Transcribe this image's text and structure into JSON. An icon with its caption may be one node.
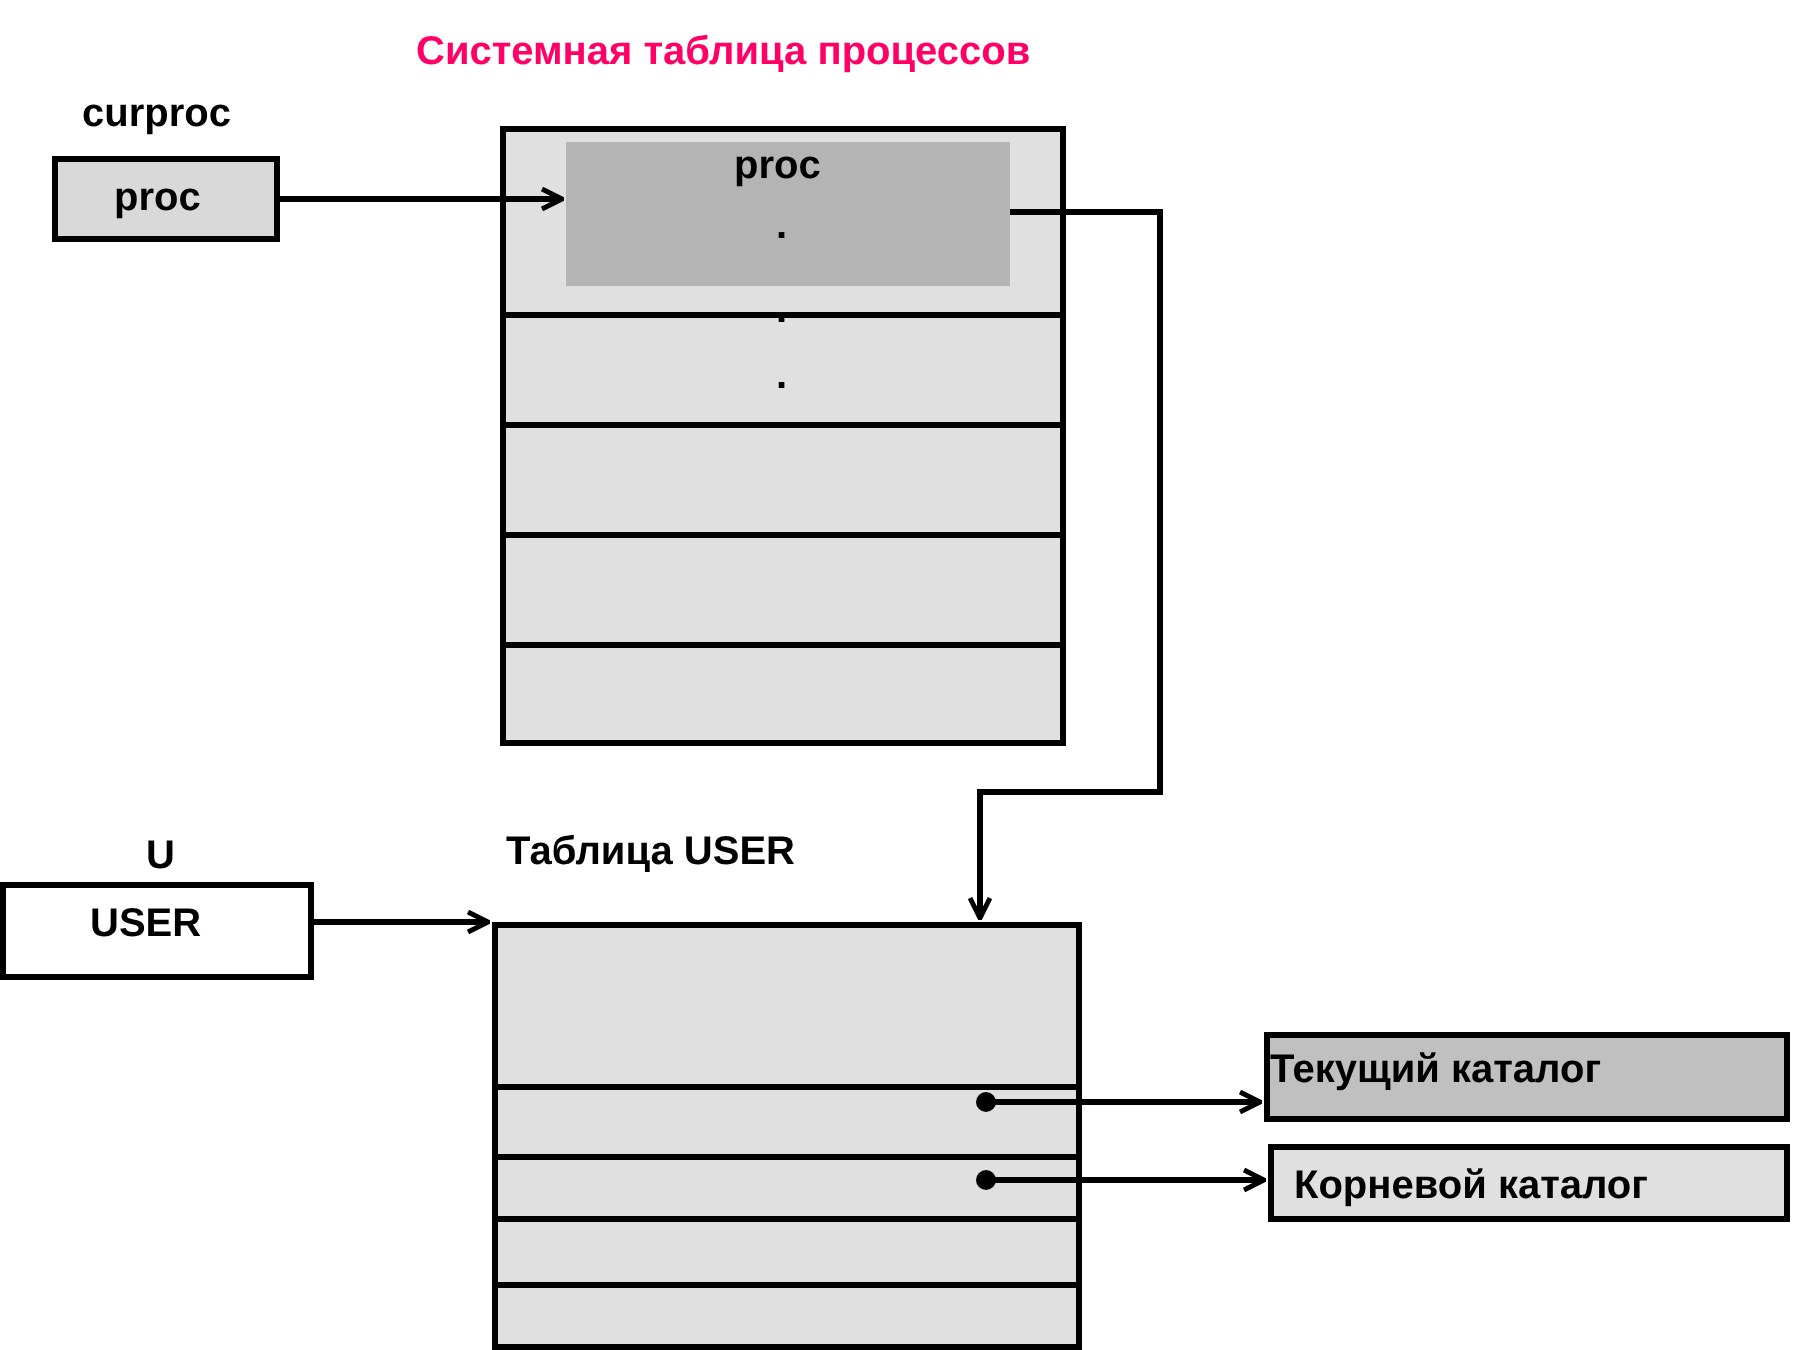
{
  "diagram": {
    "nodes": [
      {
        "text": [
          "curproc",
          "proc"
        ]
      },
      {
        "text": [
          "Системная таблица процессов"
        ]
      },
      {
        "text": [
          "proc",
          "."
        ],
        "in": 1
      },
      {
        "text": [
          "U",
          "USER"
        ]
      },
      {
        "text": [
          "Таблица USER"
        ]
      },
      {
        "text": [
          "Текущий каталог"
        ]
      },
      {
        "text": [
          "Корневой каталог"
        ]
      }
    ],
    "edges": [
      {
        "from": 0,
        "to": 2,
        "arrow": "to"
      },
      {
        "from": 2,
        "to": 4,
        "arrow": "to"
      },
      {
        "from": 3,
        "to": 4,
        "arrow": "to"
      },
      {
        "from": 4,
        "to": 5,
        "arrow": "to"
      },
      {
        "from": 4,
        "to": 6,
        "arrow": "to"
      }
    ],
    "labels": [
      ".",
      "."
    ]
  }
}
